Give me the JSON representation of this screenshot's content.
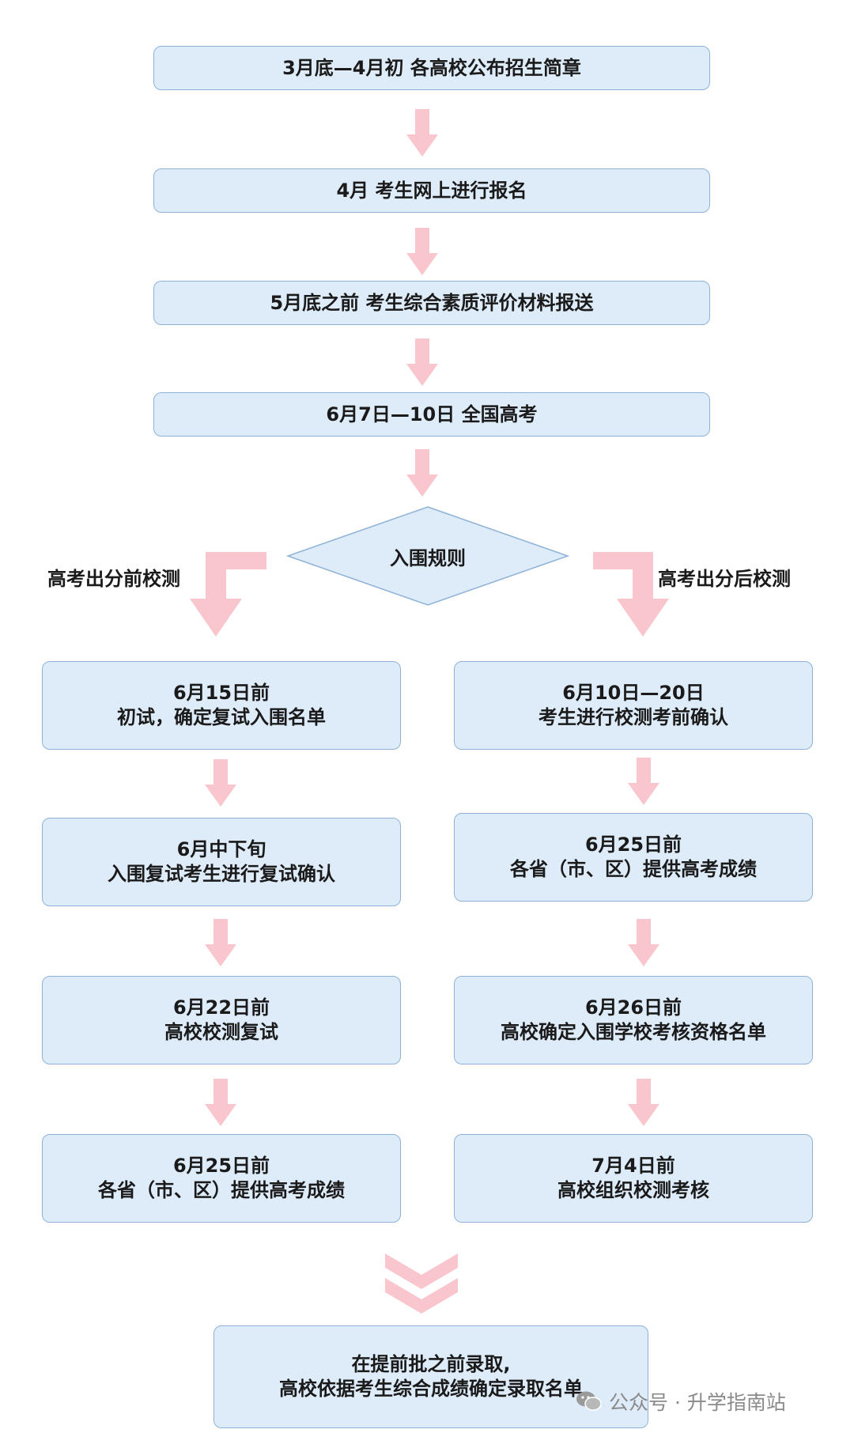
{
  "flow": {
    "step1": "3月底—4月初  各高校公布招生简章",
    "step2": "4月  考生网上进行报名",
    "step3": "5月底之前  考生综合素质评价材料报送",
    "step4": "6月7日—10日  全国高考",
    "decision": "入围规则"
  },
  "branches": {
    "left_label": "高考出分前校测",
    "right_label": "高考出分后校测"
  },
  "left": [
    {
      "line1": "6月15日前",
      "line2": "初试，确定复试入围名单"
    },
    {
      "line1": "6月中下旬",
      "line2": "入围复试考生进行复试确认"
    },
    {
      "line1": "6月22日前",
      "line2": "高校校测复试"
    },
    {
      "line1": "6月25日前",
      "line2": "各省（市、区）提供高考成绩"
    }
  ],
  "right": [
    {
      "line1": "6月10日—20日",
      "line2": "考生进行校测考前确认"
    },
    {
      "line1": "6月25日前",
      "line2": "各省（市、区）提供高考成绩"
    },
    {
      "line1": "6月26日前",
      "line2": "高校确定入围学校考核资格名单"
    },
    {
      "line1": "7月4日前",
      "line2": "高校组织校测考核"
    }
  ],
  "final": {
    "line1": "在提前批之前录取,",
    "line2": "高校依据考生综合成绩确定录取名单"
  },
  "watermark": {
    "text": "公众号 · 升学指南站",
    "icon": "wechat-icon"
  },
  "colors": {
    "box_fill": "#deebf9",
    "box_border": "#8fb3d6",
    "arrow": "#f9c6cd"
  }
}
